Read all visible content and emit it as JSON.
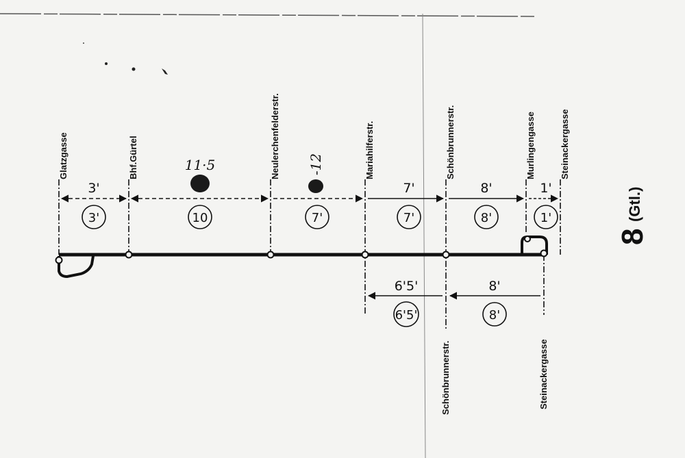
{
  "line": {
    "number": "8",
    "suffix": "(Gtl.)"
  },
  "stops_top": [
    {
      "id": "glatzgasse",
      "label": "Glatzgasse"
    },
    {
      "id": "bhf-guertel",
      "label": "Bhf.Gürtel"
    },
    {
      "id": "neulerchenfelderstr",
      "label": "Neulerchenfelderstr."
    },
    {
      "id": "mariahilferstr",
      "label": "Mariahilferstr."
    },
    {
      "id": "schoenbrunnerstr",
      "label": "Schönbrunnerstr."
    },
    {
      "id": "murlingengasse",
      "label": "Murlingengasse"
    },
    {
      "id": "steinackergasse",
      "label": "Steinackergasse"
    }
  ],
  "stops_bottom": [
    {
      "id": "schoenbrunnerstr",
      "label": "Schönbrunnerstr."
    },
    {
      "id": "steinackergasse",
      "label": "Steinackergasse"
    }
  ],
  "segments_top": [
    {
      "from": "Glatzgasse",
      "to": "Bhf.Gürtel",
      "time": "3'",
      "circled": "3'",
      "style": "dashed"
    },
    {
      "from": "Bhf.Gürtel",
      "to": "Neulerchenfelderstr.",
      "time": "",
      "circled": "10",
      "style": "dashed",
      "handwritten": "11·5"
    },
    {
      "from": "Neulerchenfelderstr.",
      "to": "Mariahilferstr.",
      "time": "",
      "circled": "7'",
      "style": "dashed",
      "handwritten": "-12"
    },
    {
      "from": "Mariahilferstr.",
      "to": "Schönbrunnerstr.",
      "time": "7'",
      "circled": "7'",
      "style": "solid"
    },
    {
      "from": "Schönbrunnerstr.",
      "to": "Murlingengasse",
      "time": "8'",
      "circled": "8'",
      "style": "solid"
    },
    {
      "from": "Murlingengasse",
      "to": "Steinackergasse",
      "time": "1'",
      "circled": "1'",
      "style": "solid"
    }
  ],
  "segments_bottom": [
    {
      "from": "Schönbrunnerstr.",
      "to": "Mariahilferstr.",
      "time": "6'5'",
      "circled": "6'5'"
    },
    {
      "from": "Steinackergasse",
      "to": "Schönbrunnerstr.",
      "time": "8'",
      "circled": "8'"
    }
  ]
}
